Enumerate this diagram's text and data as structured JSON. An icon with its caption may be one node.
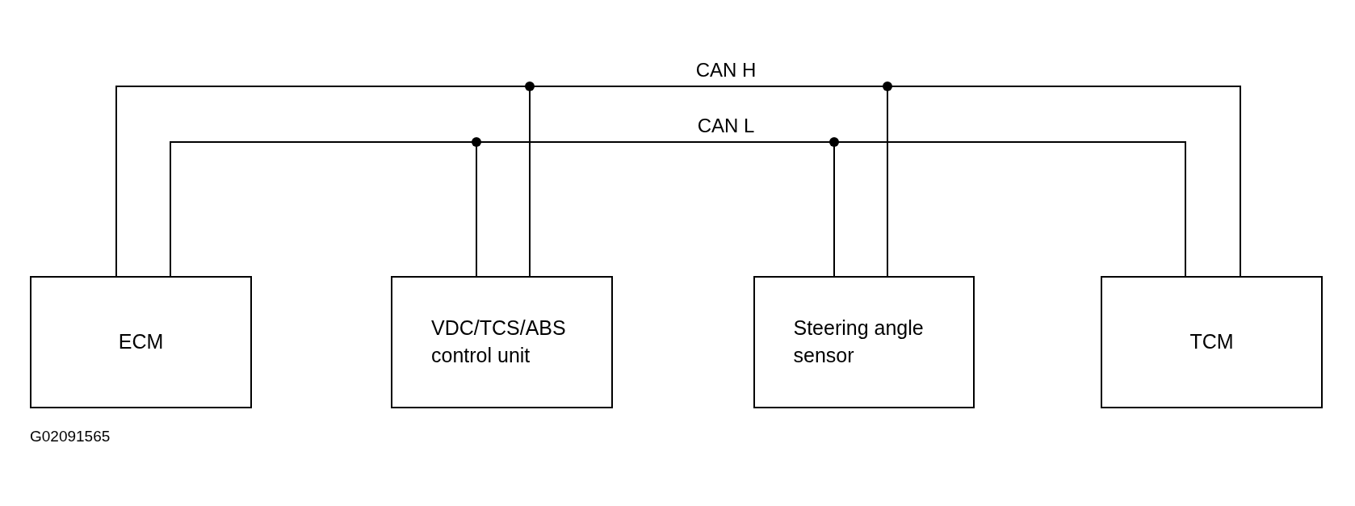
{
  "diagram": {
    "nodes": [
      {
        "text": [
          "ECM"
        ]
      },
      {
        "text": [
          "VDC/TCS/ABS control unit"
        ]
      },
      {
        "text": [
          "Steering angle sensor"
        ]
      },
      {
        "text": [
          "TCM"
        ]
      }
    ],
    "edges": [
      {
        "from": 0,
        "to": 1,
        "arrow": "none"
      },
      {
        "from": 1,
        "to": 2,
        "arrow": "none",
        "label": "CAN H"
      },
      {
        "from": 2,
        "to": 3,
        "arrow": "none"
      },
      {
        "from": 0,
        "to": 1,
        "arrow": "none"
      },
      {
        "from": 1,
        "to": 2,
        "arrow": "none",
        "label": "CAN L"
      },
      {
        "from": 2,
        "to": 3,
        "arrow": "none"
      }
    ],
    "labels": [
      "G02091565"
    ]
  }
}
